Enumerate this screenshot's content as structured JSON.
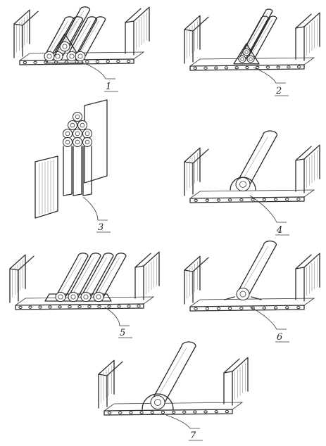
{
  "figures": [
    {
      "label": "1",
      "variant": "trefoil-large"
    },
    {
      "label": "2",
      "variant": "trefoil-small"
    },
    {
      "label": "3",
      "variant": "vertical-trefoil"
    },
    {
      "label": "4",
      "variant": "single-cable"
    },
    {
      "label": "5",
      "variant": "flat-four"
    },
    {
      "label": "6",
      "variant": "single-clamp"
    },
    {
      "label": "7",
      "variant": "single-centered"
    }
  ],
  "colors": {
    "ink": "#2a2a2a",
    "paper": "#ffffff"
  }
}
